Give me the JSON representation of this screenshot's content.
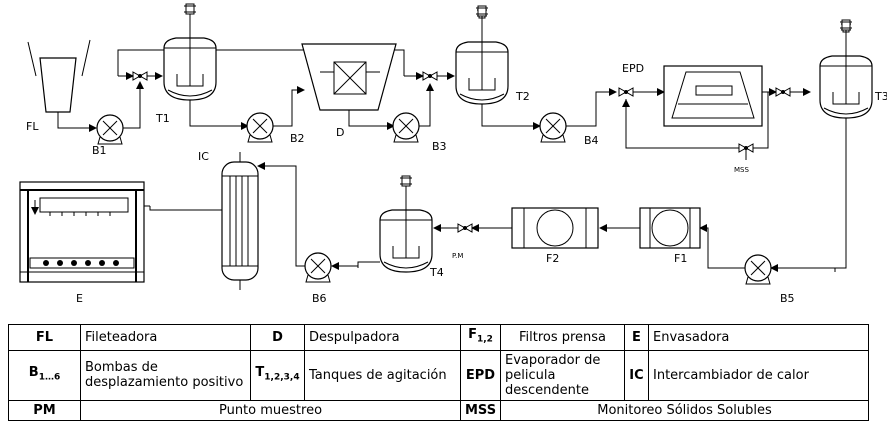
{
  "diagram": {
    "labels": {
      "fl": "FL",
      "b1": "B1",
      "t1": "T1",
      "b2": "B2",
      "d": "D",
      "b3": "B3",
      "t2": "T2",
      "b4": "B4",
      "epd": "EPD",
      "t3": "T3",
      "mss": "MSS",
      "ic": "IC",
      "e": "E",
      "b6": "B6",
      "t4": "T4",
      "pm": "P.M",
      "f2": "F2",
      "f1": "F1",
      "b5": "B5"
    }
  },
  "legend": {
    "rows": [
      [
        {
          "code": "FL",
          "desc": "Fileteadora"
        },
        {
          "code": "D",
          "desc": "Despulpadora"
        },
        {
          "code": "F",
          "code_sub": "1,2",
          "desc": "Filtros prensa"
        },
        {
          "code": "E",
          "desc": "Envasadora"
        }
      ],
      [
        {
          "code": "B",
          "code_sub": "1…6",
          "desc": "Bombas de desplazamiento positivo"
        },
        {
          "code": "T",
          "code_sub": "1,2,3,4",
          "desc": "Tanques de agitación"
        },
        {
          "code": "EPD",
          "desc": "Evaporador de pelicula descendente"
        },
        {
          "code": "IC",
          "desc": "Intercambiador de calor"
        }
      ]
    ],
    "footer": [
      {
        "code": "PM",
        "desc": "Punto muestreo"
      },
      {
        "code": "MSS",
        "desc": "Monitoreo Sólidos Solubles"
      }
    ]
  }
}
